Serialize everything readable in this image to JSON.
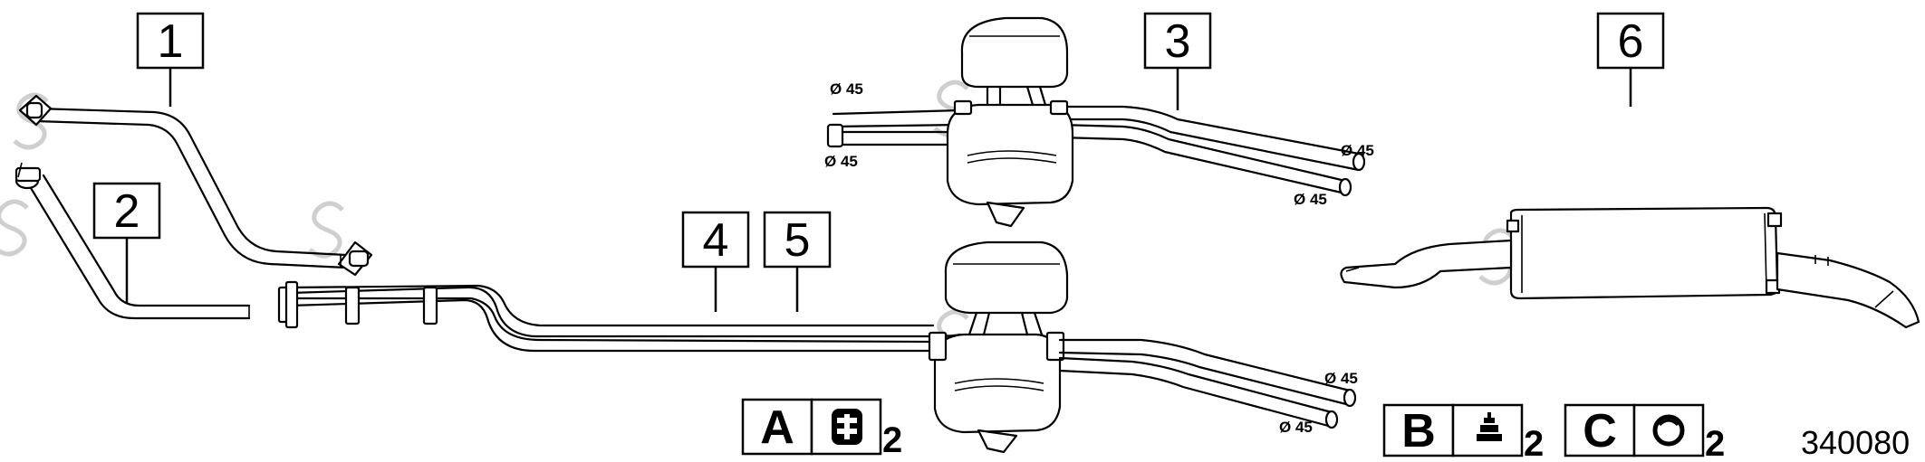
{
  "callouts": {
    "c1": "1",
    "c2": "2",
    "c3": "3",
    "c4": "4",
    "c5": "5",
    "c6": "6"
  },
  "dimensions": {
    "d3_left_upper": "Ø 45",
    "d3_left_lower": "Ø 45",
    "d3_right_upper": "Ø 45",
    "d3_right_lower": "Ø 45",
    "d45_right_upper": "Ø 45",
    "d45_right_lower": "Ø 45"
  },
  "legend": {
    "A": {
      "letter": "A",
      "qty": "2",
      "icon": "clamp-icon"
    },
    "B": {
      "letter": "B",
      "qty": "2",
      "icon": "rubber-mount-icon"
    },
    "C": {
      "letter": "C",
      "qty": "2",
      "icon": "sealing-ring-icon"
    }
  },
  "reference_number": "340080"
}
